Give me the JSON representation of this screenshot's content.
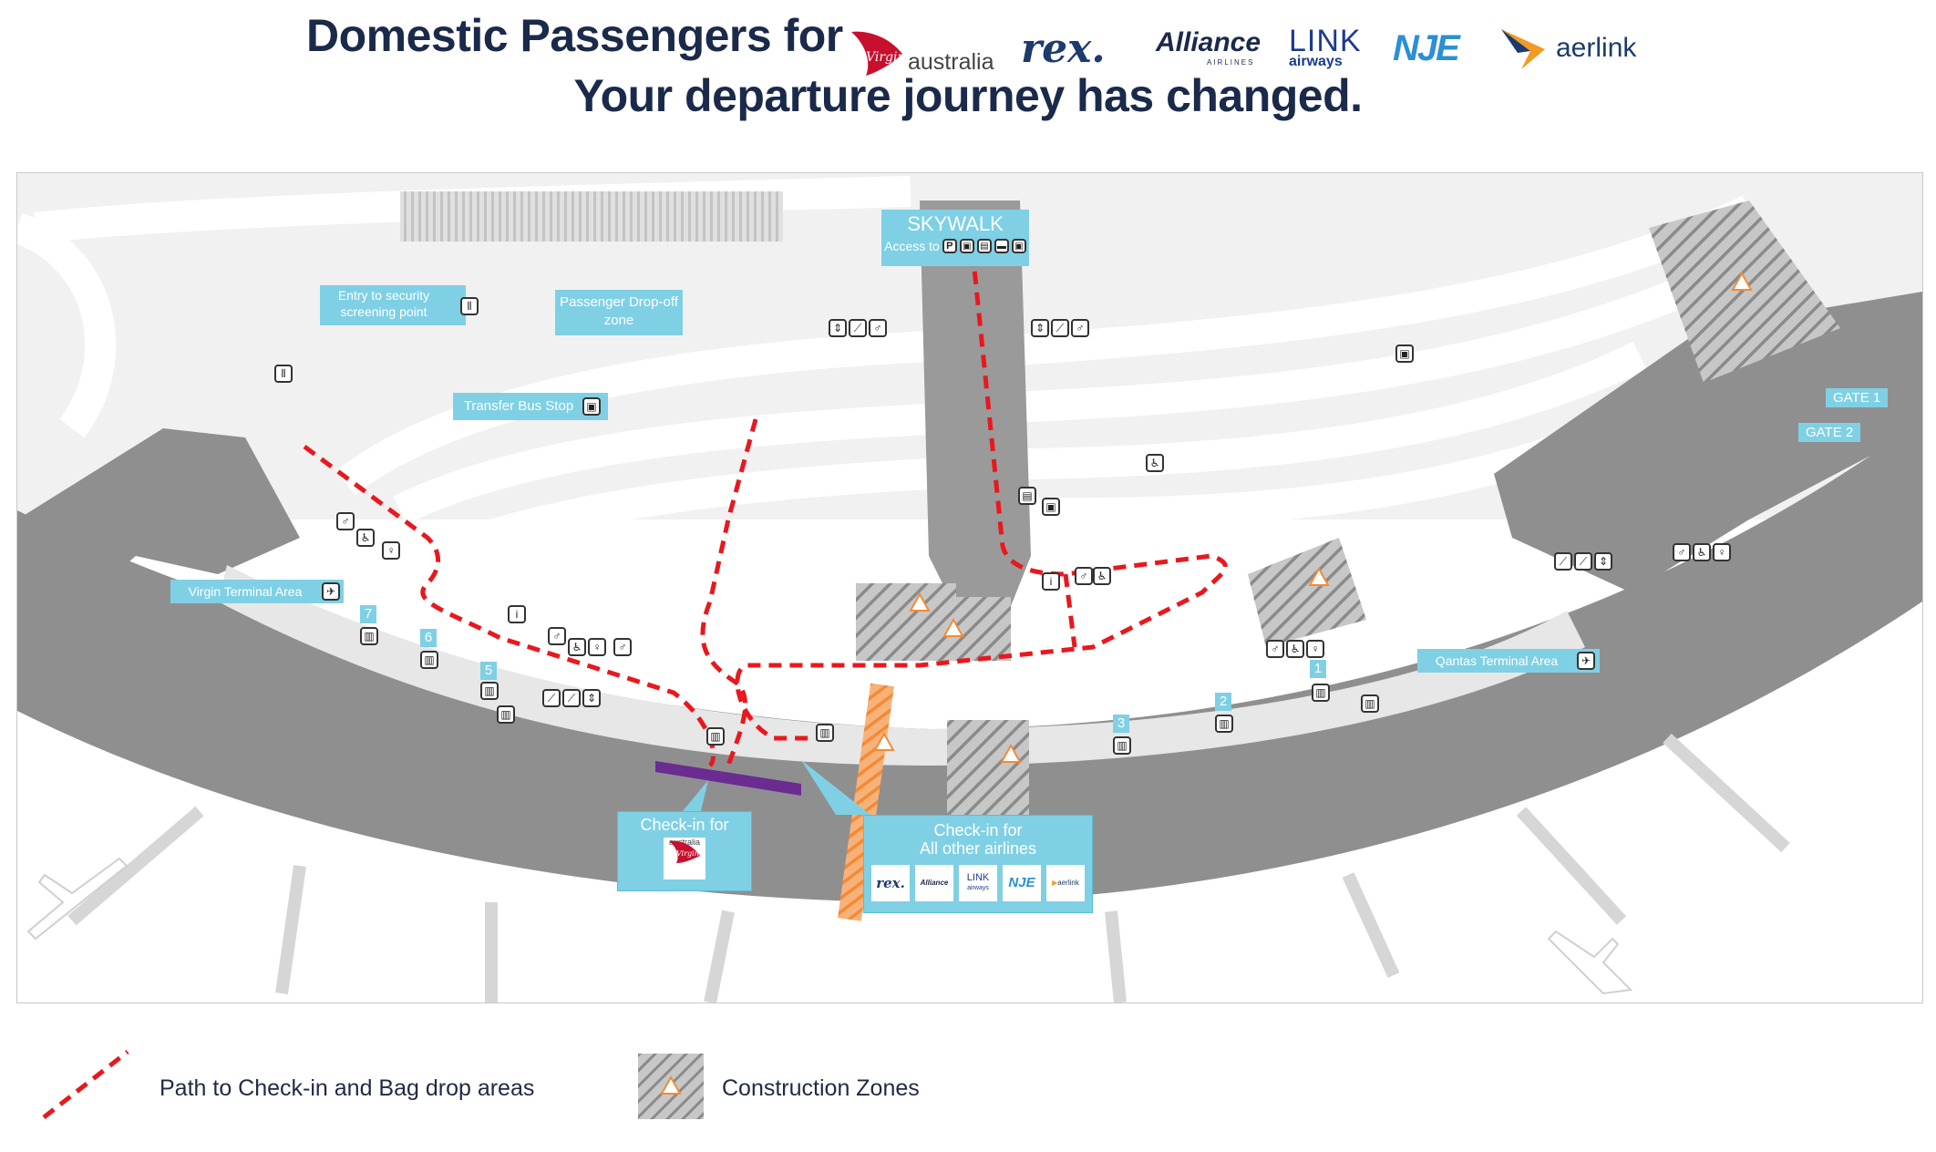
{
  "header": {
    "line1": "Domestic Passengers for",
    "line2": "Your departure journey has changed."
  },
  "airlines": {
    "virgin": {
      "brand": "Virgin",
      "suffix": "australia"
    },
    "rex": "rex.",
    "alliance": {
      "name": "Alliance",
      "sub": "AIRLINES"
    },
    "link": {
      "name": "LINK",
      "sub": "airways"
    },
    "nje": "NJE",
    "aerlink": "aerlink"
  },
  "map": {
    "skywalk": {
      "title": "SKYWALK",
      "access_label": "Access to"
    },
    "entry_security": "Entry to security screening point",
    "dropoff": "Passenger Drop-off zone",
    "transfer_bus": "Transfer Bus Stop",
    "virgin_terminal": "Virgin Terminal Area",
    "qantas_terminal": "Qantas Terminal Area",
    "gate_1": "GATE 1",
    "gate_2": "GATE 2",
    "gate_numbers": [
      "7",
      "6",
      "5",
      "3",
      "2",
      "1"
    ],
    "checkin_virgin": {
      "title": "Check-in for",
      "brand": "Virgin",
      "suffix": "australia"
    },
    "checkin_others": {
      "title": "Check-in for",
      "subtitle": "All other airlines"
    }
  },
  "legend": {
    "path": "Path to Check-in and Bag drop areas",
    "construction": "Construction Zones"
  },
  "colors": {
    "navy": "#1b2a4a",
    "path_red": "#e8181e",
    "callout_blue": "#7fd0e4",
    "terminal_grey": "#8f8f8f",
    "virgin_red": "#c8102e",
    "virgin_purple": "#6b2c91",
    "construction_orange": "#f58a34"
  },
  "icons": [
    "toilets-icon",
    "accessible-icon",
    "escalator-icon",
    "lift-icon",
    "baggage-icon",
    "info-icon",
    "parking-icon",
    "bus-icon",
    "taxi-icon",
    "hotel-icon",
    "departures-icon",
    "warning-icon"
  ]
}
